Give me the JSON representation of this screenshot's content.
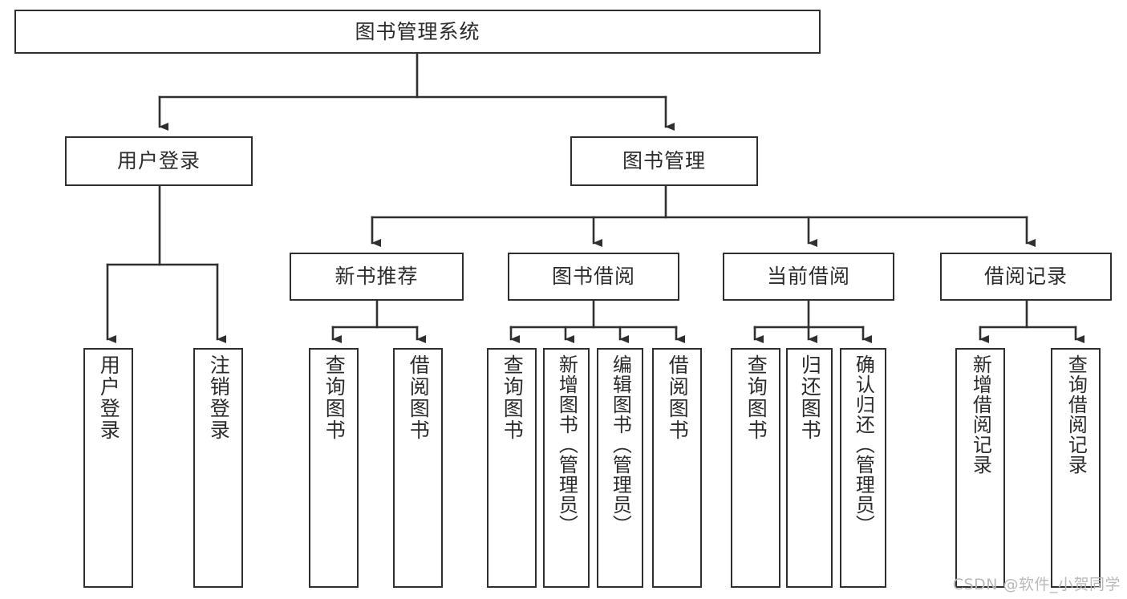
{
  "diagram": {
    "title": "图书管理系统",
    "type": "tree-hierarchy-diagram",
    "stroke_color": "#2f2f2f",
    "fill_color": "#ffffff",
    "text_color": "#2b2b2b",
    "nodes": {
      "root": {
        "label": "图书管理系统"
      },
      "level2": [
        {
          "id": "user-login",
          "label": "用户登录"
        },
        {
          "id": "book-manage",
          "label": "图书管理"
        }
      ],
      "level3": [
        {
          "id": "new-book-recommend",
          "label": "新书推荐"
        },
        {
          "id": "book-borrow",
          "label": "图书借阅"
        },
        {
          "id": "current-borrow",
          "label": "当前借阅"
        },
        {
          "id": "borrow-record",
          "label": "借阅记录"
        }
      ],
      "leaves": [
        {
          "id": "leaf-user-login",
          "label": "用户登录",
          "parent": "user-login"
        },
        {
          "id": "leaf-logout-login",
          "label": "注销登录",
          "parent": "user-login"
        },
        {
          "id": "leaf-query-book-1",
          "label": "查询图书",
          "parent": "new-book-recommend"
        },
        {
          "id": "leaf-borrow-book-1",
          "label": "借阅图书",
          "parent": "new-book-recommend"
        },
        {
          "id": "leaf-query-book-2",
          "label": "查询图书",
          "parent": "book-borrow"
        },
        {
          "id": "leaf-add-book",
          "label": "新增图书（管理员）",
          "parent": "book-borrow"
        },
        {
          "id": "leaf-edit-book",
          "label": "编辑图书（管理员）",
          "parent": "book-borrow"
        },
        {
          "id": "leaf-borrow-book-2",
          "label": "借阅图书",
          "parent": "book-borrow"
        },
        {
          "id": "leaf-query-book-3",
          "label": "查询图书",
          "parent": "current-borrow"
        },
        {
          "id": "leaf-return-book",
          "label": "归还图书",
          "parent": "current-borrow"
        },
        {
          "id": "leaf-confirm-return",
          "label": "确认归还（管理员）",
          "parent": "current-borrow"
        },
        {
          "id": "leaf-add-record",
          "label": "新增借阅记录",
          "parent": "borrow-record"
        },
        {
          "id": "leaf-query-record",
          "label": "查询借阅记录",
          "parent": "borrow-record"
        }
      ]
    }
  },
  "watermark": {
    "text": "CSDN @软件_小贺同学"
  }
}
